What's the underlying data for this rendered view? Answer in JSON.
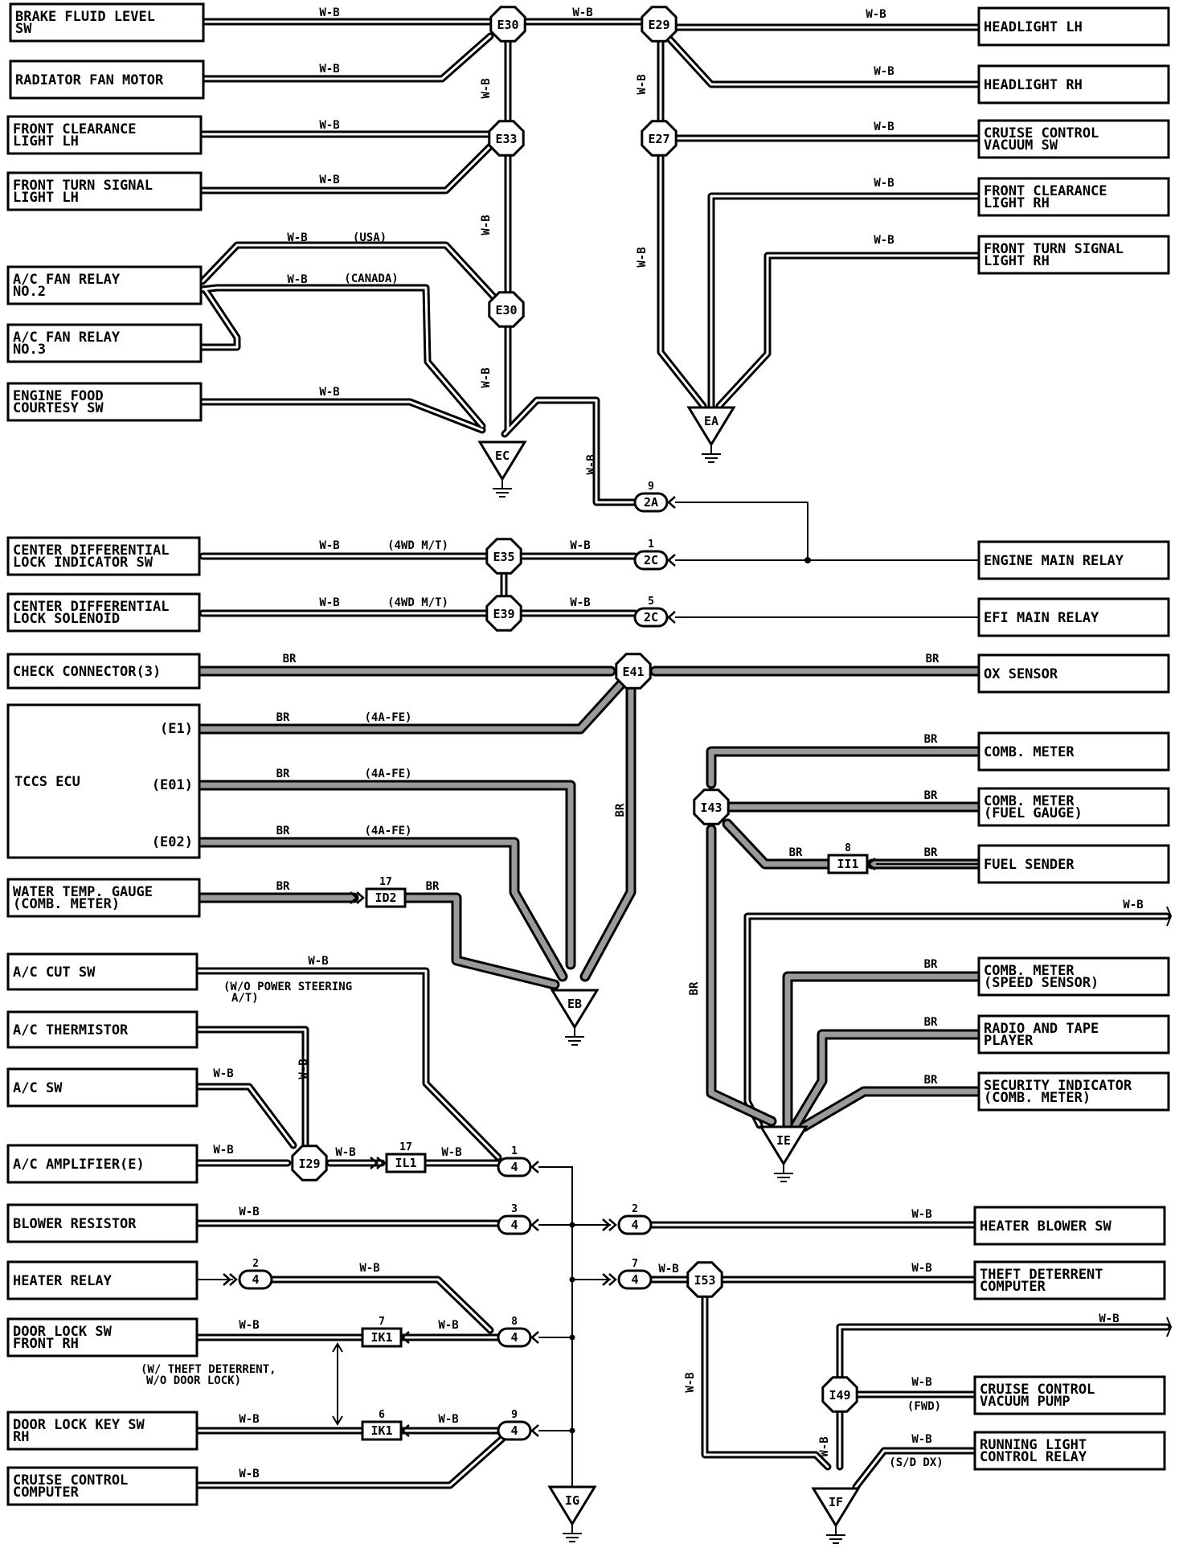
{
  "components": {
    "brake_fluid_level_sw": [
      "BRAKE FLUID LEVEL",
      "SW"
    ],
    "radiator_fan_motor": [
      "RADIATOR FAN MOTOR"
    ],
    "front_clearance_light_lh": [
      "FRONT CLEARANCE",
      "LIGHT LH"
    ],
    "front_turn_signal_light_lh": [
      "FRONT TURN SIGNAL",
      "LIGHT LH"
    ],
    "ac_fan_relay_no2": [
      "A/C FAN RELAY",
      "NO.2"
    ],
    "ac_fan_relay_no3": [
      "A/C FAN RELAY",
      "NO.3"
    ],
    "engine_hood_courtesy_sw": [
      "ENGINE FOOD",
      "COURTESY SW"
    ],
    "headlight_lh": [
      "HEADLIGHT LH"
    ],
    "headlight_rh": [
      "HEADLIGHT RH"
    ],
    "cruise_control_vacuum_sw": [
      "CRUISE CONTROL",
      "VACUUM SW"
    ],
    "front_clearance_light_rh": [
      "FRONT CLEARANCE",
      "LIGHT RH"
    ],
    "front_turn_signal_light_rh": [
      "FRONT TURN SIGNAL",
      "LIGHT RH"
    ],
    "center_diff_lock_indicator_sw": [
      "CENTER DIFFERENTIAL",
      "LOCK INDICATOR SW"
    ],
    "center_diff_lock_solenoid": [
      "CENTER DIFFERENTIAL",
      "LOCK SOLENOID"
    ],
    "engine_main_relay": [
      "ENGINE MAIN RELAY"
    ],
    "efi_main_relay": [
      "EFI MAIN RELAY"
    ],
    "check_connector": [
      "CHECK CONNECTOR(3)"
    ],
    "ox_sensor": [
      "OX SENSOR"
    ],
    "tccs_ecu": [
      "TCCS ECU"
    ],
    "tccs_ecu_pins": [
      "(E1)",
      "(E01)",
      "(E02)"
    ],
    "water_temp_gauge": [
      "WATER TEMP. GAUGE",
      "(COMB. METER)"
    ],
    "comb_meter": [
      "COMB. METER"
    ],
    "comb_meter_fuel_gauge": [
      "COMB. METER",
      "(FUEL GAUGE)"
    ],
    "fuel_sender": [
      "FUEL SENDER"
    ],
    "comb_meter_speed_sensor": [
      "COMB. METER",
      "(SPEED SENSOR)"
    ],
    "radio_and_tape_player": [
      "RADIO AND TAPE",
      "PLAYER"
    ],
    "security_indicator": [
      "SECURITY INDICATOR",
      "(COMB. METER)"
    ],
    "ac_cut_sw": [
      "A/C CUT SW"
    ],
    "ac_thermistor": [
      "A/C THERMISTOR"
    ],
    "ac_sw": [
      "A/C SW"
    ],
    "ac_amplifier": [
      "A/C AMPLIFIER(E)"
    ],
    "blower_resistor": [
      "BLOWER RESISTOR"
    ],
    "heater_relay": [
      "HEATER RELAY"
    ],
    "door_lock_sw_front_rh": [
      "DOOR LOCK SW",
      "FRONT RH"
    ],
    "door_lock_key_sw_rh": [
      "DOOR LOCK KEY SW",
      "RH"
    ],
    "cruise_control_computer": [
      "CRUISE CONTROL",
      "COMPUTER"
    ],
    "heater_blower_sw": [
      "HEATER BLOWER SW"
    ],
    "theft_deterrent_computer": [
      "THEFT DETERRENT",
      "COMPUTER"
    ],
    "cruise_control_vacuum_pump": [
      "CRUISE CONTROL",
      "VACUUM PUMP"
    ],
    "running_light_control_relay": [
      "RUNNING LIGHT",
      "CONTROL RELAY"
    ]
  },
  "junctions": {
    "e30_top": "E30",
    "e29": "E29",
    "e33": "E33",
    "e27": "E27",
    "e30_mid": "E30",
    "e35": "E35",
    "e39": "E39",
    "e41": "E41",
    "i43": "I43",
    "i29": "I29",
    "i53": "I53",
    "i49": "I49"
  },
  "grounds": {
    "ec": "EC",
    "ea": "EA",
    "eb": "EB",
    "ie": "IE",
    "ig": "IG",
    "if": "IF"
  },
  "connectors": {
    "c_2a": {
      "id": "2A",
      "pin": "9"
    },
    "c_2c_1": {
      "id": "2C",
      "pin": "1"
    },
    "c_2c_5": {
      "id": "2C",
      "pin": "5"
    },
    "c_id2": {
      "id": "ID2",
      "pin": "17"
    },
    "c_ii1": {
      "id": "II1",
      "pin": "8"
    },
    "c_il1": {
      "id": "IL1",
      "pin": "17"
    },
    "c_4_1": {
      "id": "4",
      "pin": "1"
    },
    "c_4_3": {
      "id": "4",
      "pin": "3"
    },
    "c_4_2r": {
      "id": "4",
      "pin": "2"
    },
    "c_4_7r": {
      "id": "4",
      "pin": "7"
    },
    "c_4_2l": {
      "id": "4",
      "pin": "2"
    },
    "c_4_8": {
      "id": "4",
      "pin": "8"
    },
    "c_4_9": {
      "id": "4",
      "pin": "9"
    },
    "c_ik1_7": {
      "id": "IK1",
      "pin": "7"
    },
    "c_ik1_6": {
      "id": "IK1",
      "pin": "6"
    }
  },
  "wire_codes": {
    "wb": "W-B",
    "br": "BR"
  },
  "notes": {
    "usa": "(USA)",
    "canada": "(CANADA)",
    "fourwd_mt": "(4WD M/T)",
    "fourafe": "(4A-FE)",
    "wo_power_steering": [
      "(W/O POWER STEERING",
      "A/T)"
    ],
    "theft_deterrent": [
      "(W/ THEFT DETERRENT,",
      "W/O DOOR LOCK)"
    ],
    "fwd": "(FWD)",
    "sd_dx": "(S/D DX)"
  },
  "colors": {
    "wire": "#000000",
    "br_fill": "#9a9a9a"
  }
}
